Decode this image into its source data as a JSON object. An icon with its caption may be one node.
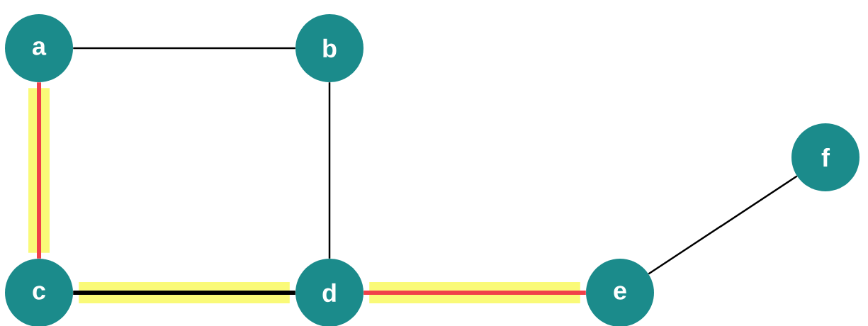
{
  "diagram": {
    "nodes": [
      {
        "text": [
          "a"
        ]
      },
      {
        "text": [
          "b"
        ]
      },
      {
        "text": [
          "f"
        ]
      },
      {
        "text": [
          "c"
        ]
      },
      {
        "text": [
          "d"
        ]
      },
      {
        "text": [
          "e"
        ]
      }
    ],
    "edges": [
      {
        "from": 0,
        "to": 1,
        "arrow": "none"
      },
      {
        "from": 0,
        "to": 3,
        "arrow": "none",
        "style": "thick",
        "color": "#f0404a"
      },
      {
        "from": 1,
        "to": 4,
        "arrow": "none"
      },
      {
        "from": 3,
        "to": 4,
        "arrow": "none",
        "style": "thick"
      },
      {
        "from": 4,
        "to": 5,
        "arrow": "none",
        "style": "thick",
        "color": "#f0404a"
      },
      {
        "from": 5,
        "to": 2,
        "arrow": "none"
      }
    ]
  }
}
